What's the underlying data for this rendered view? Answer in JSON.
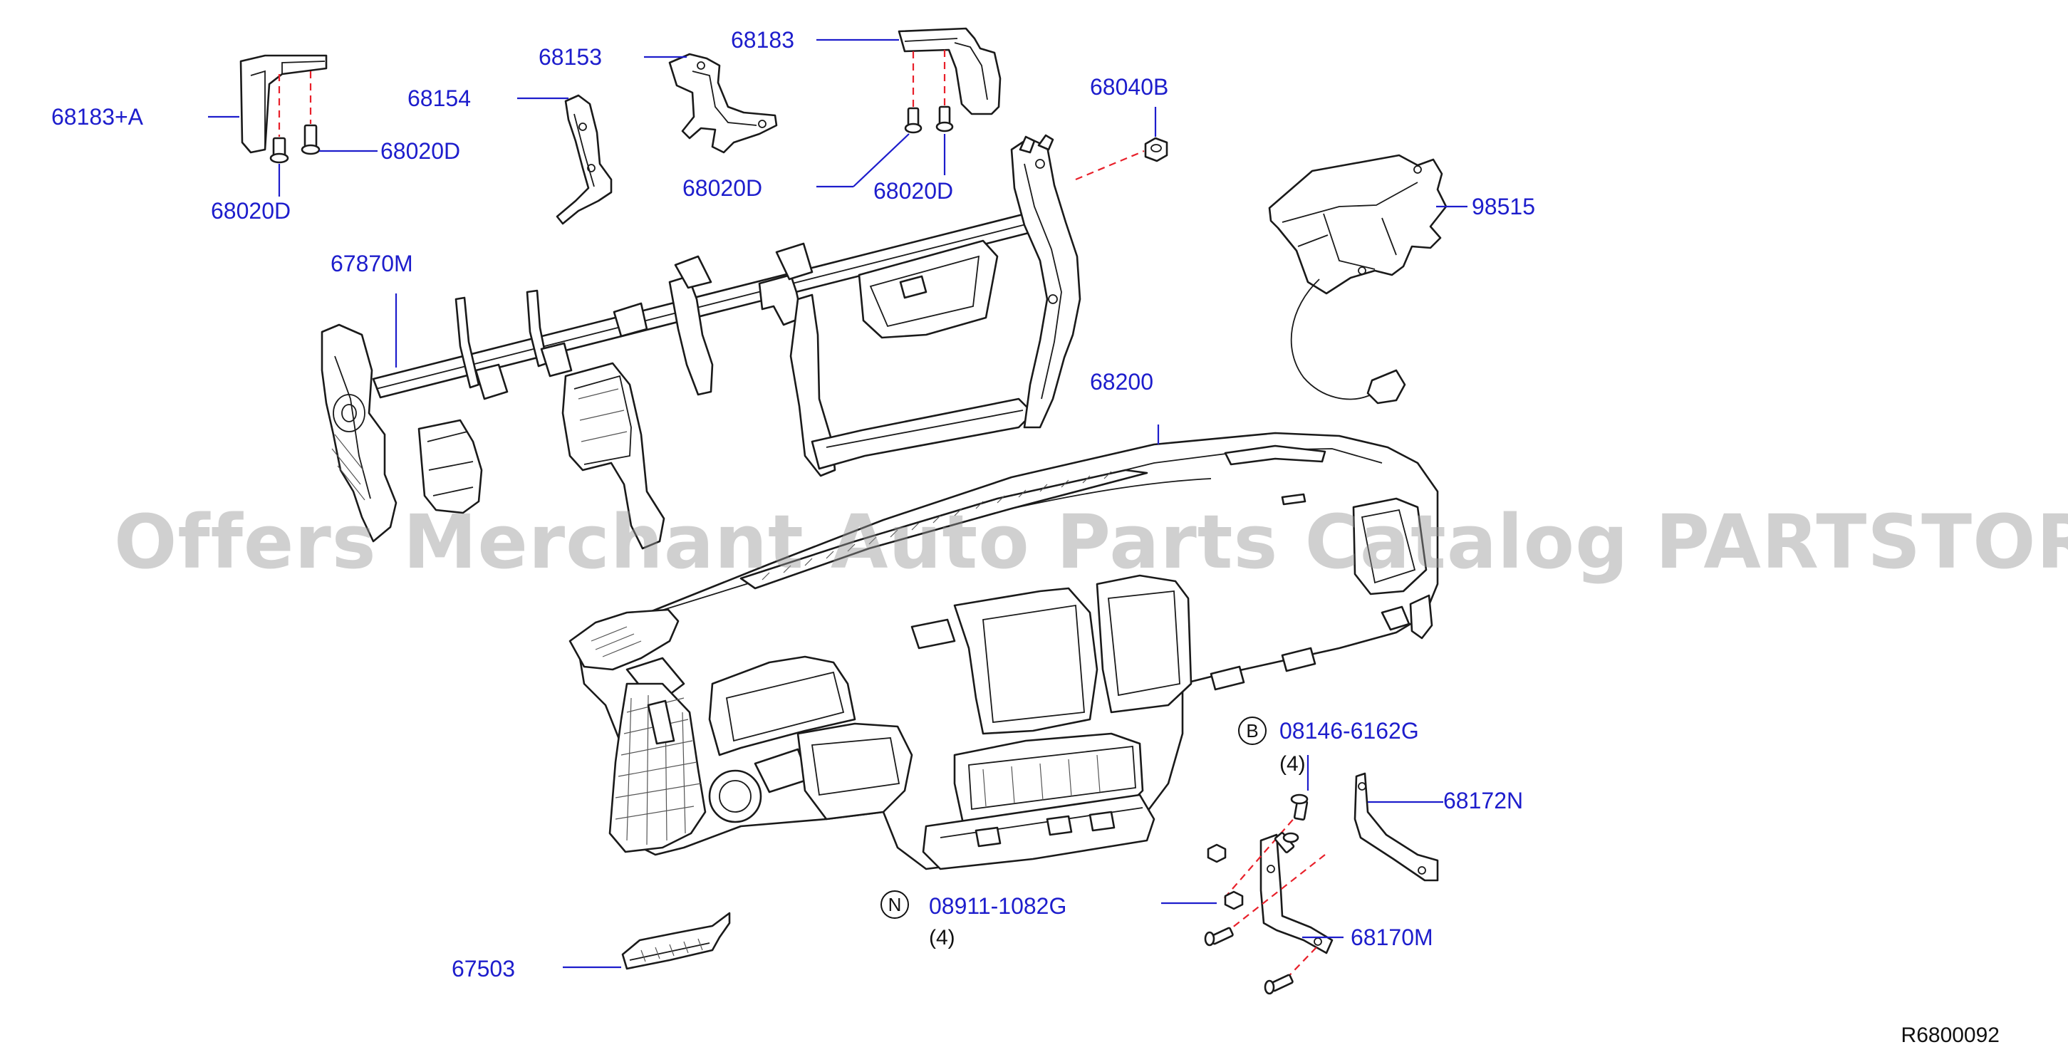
{
  "watermark": "Offers Merchant Auto Parts Catalog PARTSTORE.SA",
  "reference_code": "R6800092",
  "colors": {
    "label": "#1d1dcc",
    "leader": "#1d1dcc",
    "dash": "#e8202a",
    "outline": "#1a1a1a"
  },
  "parts": {
    "p68183A": "68183+A",
    "p68020D_a": "68020D",
    "p68020D_b": "68020D",
    "p68153": "68153",
    "p68154": "68154",
    "p68183": "68183",
    "p68020D_c": "68020D",
    "p68020D_d": "68020D",
    "p68040B": "68040B",
    "p98515": "98515",
    "p67870M": "67870M",
    "p68200": "68200",
    "p08146": "08146-6162G",
    "p08146_qty": "(4)",
    "p68172N": "68172N",
    "p08911": "08911-1082G",
    "p08911_qty": "(4)",
    "p68170M": "68170M",
    "p67503": "67503"
  },
  "badges": {
    "b": "B",
    "n": "N"
  }
}
